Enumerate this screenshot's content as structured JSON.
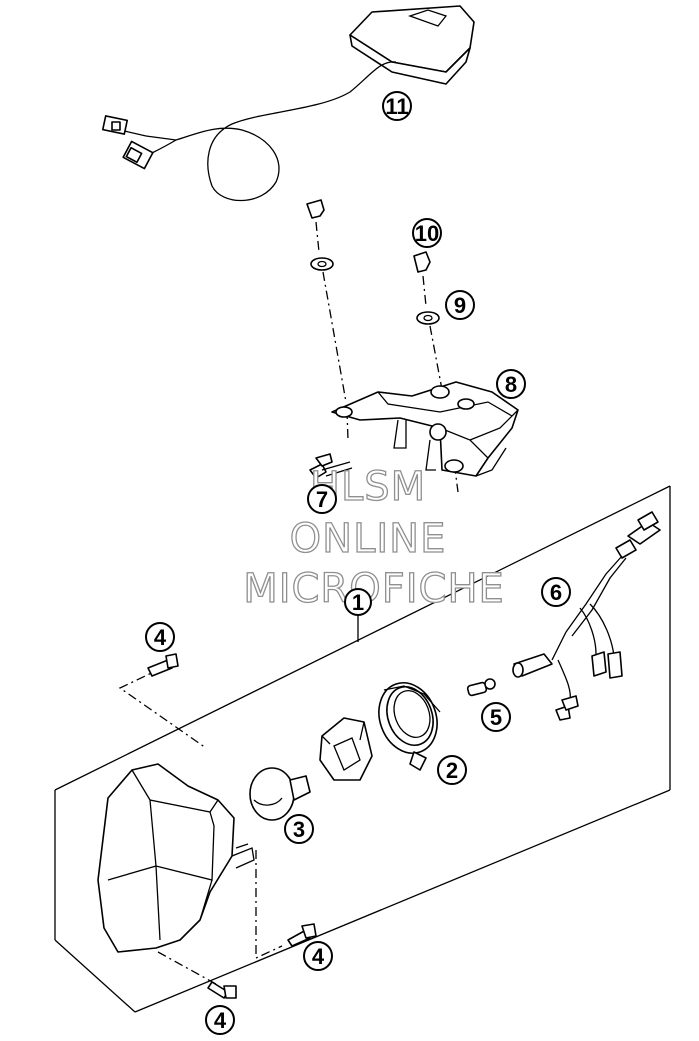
{
  "callouts": [
    {
      "id": "c1",
      "label": "1"
    },
    {
      "id": "c2",
      "label": "2"
    },
    {
      "id": "c3",
      "label": "3"
    },
    {
      "id": "c4a",
      "label": "4"
    },
    {
      "id": "c4b",
      "label": "4"
    },
    {
      "id": "c4c",
      "label": "4"
    },
    {
      "id": "c5",
      "label": "5"
    },
    {
      "id": "c6",
      "label": "6"
    },
    {
      "id": "c7",
      "label": "7"
    },
    {
      "id": "c8",
      "label": "8"
    },
    {
      "id": "c9",
      "label": "9"
    },
    {
      "id": "c10",
      "label": "10"
    },
    {
      "id": "c11",
      "label": "11"
    }
  ],
  "watermark": {
    "line1": "HLSM",
    "line2": "ONLINE",
    "line3": "MICROFICHE"
  }
}
